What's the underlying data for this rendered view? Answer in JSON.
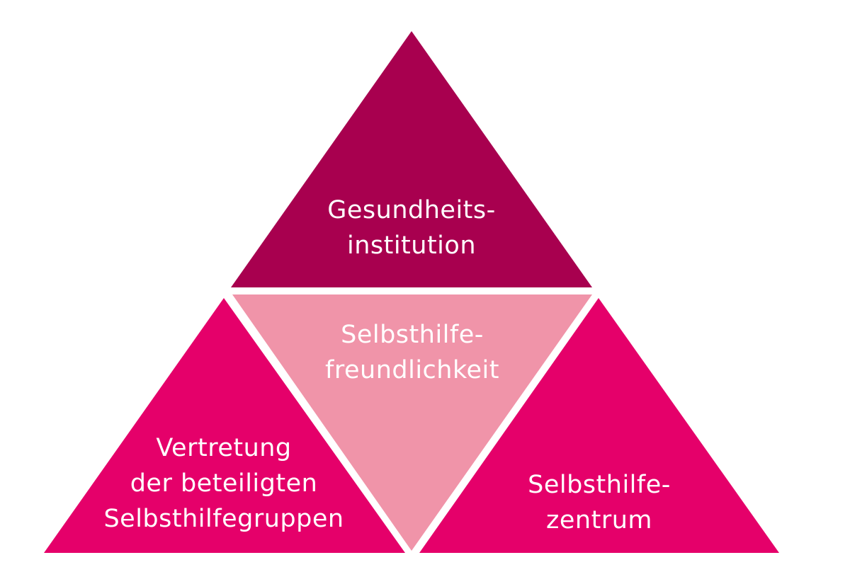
{
  "colors": {
    "top": "#A8004F",
    "center": "#F094A9",
    "left": "#E5006A",
    "right": "#E5006A"
  },
  "triangles": {
    "top": {
      "lines": [
        "Gesundheits-",
        "institution"
      ]
    },
    "center": {
      "lines": [
        "Selbsthilfe-",
        "freundlichkeit"
      ]
    },
    "left": {
      "lines": [
        "Vertretung",
        "der beteiligten",
        "Selbsthilfegruppen"
      ]
    },
    "right": {
      "lines": [
        "Selbsthilfe-",
        "zentrum"
      ]
    }
  }
}
